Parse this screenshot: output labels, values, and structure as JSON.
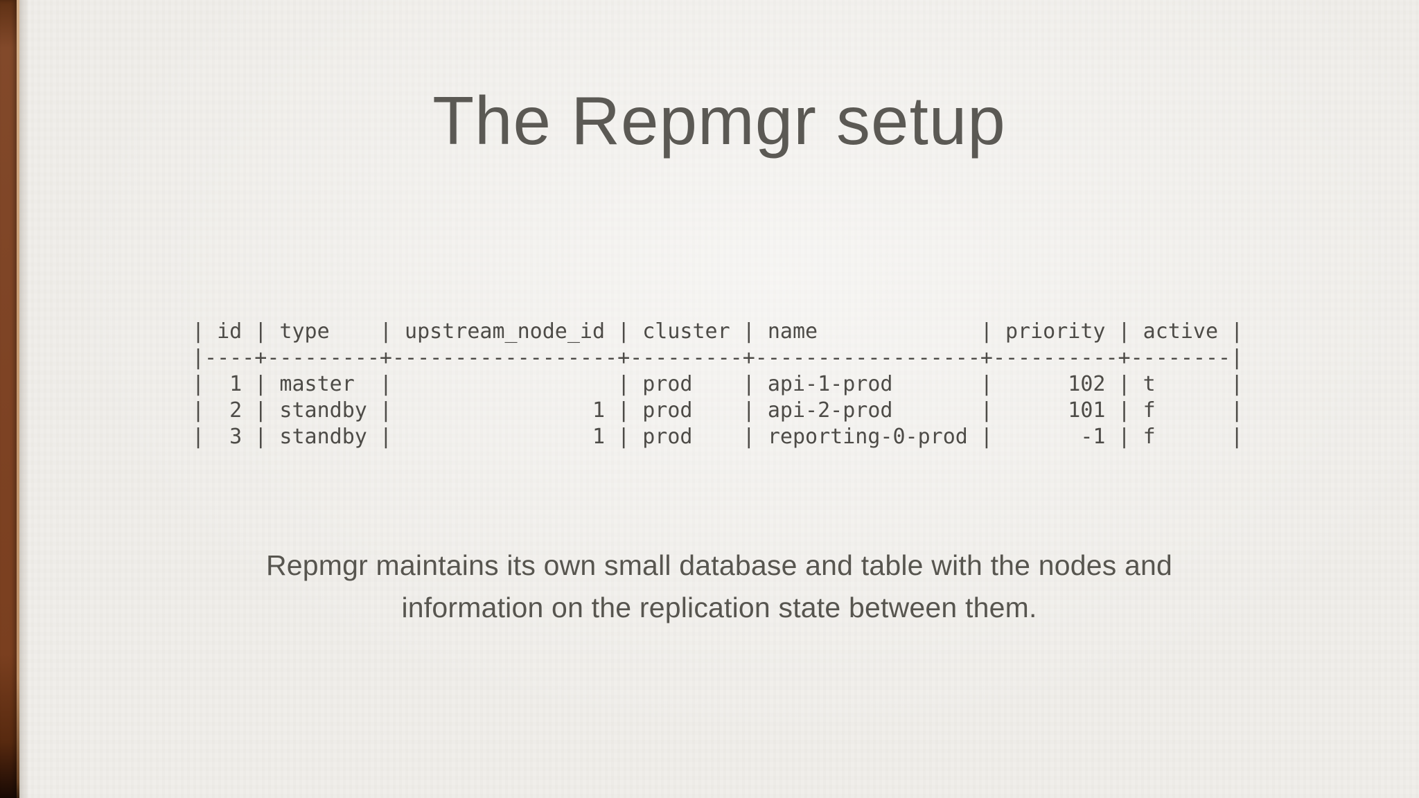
{
  "slide": {
    "title": "The Repmgr setup",
    "caption": "Repmgr maintains its own small database and table with the nodes and information on the replication state between them."
  },
  "table": {
    "columns": [
      {
        "header": "id",
        "width": 4,
        "align": "right"
      },
      {
        "header": "type",
        "width": 9,
        "align": "left"
      },
      {
        "header": "upstream_node_id",
        "width": 18,
        "align": "right"
      },
      {
        "header": "cluster",
        "width": 9,
        "align": "left"
      },
      {
        "header": "name",
        "width": 18,
        "align": "left"
      },
      {
        "header": "priority",
        "width": 10,
        "align": "right"
      },
      {
        "header": "active",
        "width": 8,
        "align": "left"
      }
    ],
    "rows": [
      [
        "1",
        "master",
        "",
        "prod",
        "api-1-prod",
        "102",
        "t"
      ],
      [
        "2",
        "standby",
        "1",
        "prod",
        "api-2-prod",
        "101",
        "f"
      ],
      [
        "3",
        "standby",
        "1",
        "prod",
        "reporting-0-prod",
        "-1",
        "f"
      ]
    ]
  },
  "colors": {
    "paper": "#f0eeea",
    "spine_brown": "#7d4223",
    "spine_edge_tan": "#c99e74",
    "title_text": "#5b5954",
    "table_text": "#4d4b47",
    "caption_text": "#57554f"
  }
}
